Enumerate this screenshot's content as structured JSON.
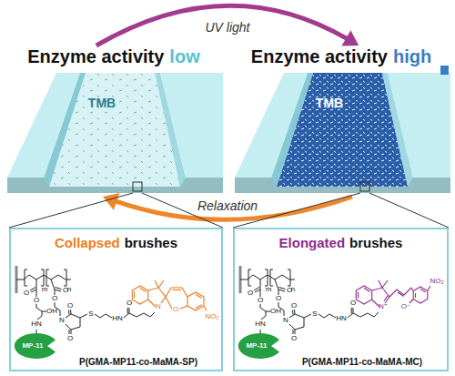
{
  "diagram": {
    "nodes": [
      {
        "text": [
          "Enzyme activity",
          "low",
          "TMB"
        ]
      },
      {
        "text": [
          "Enzyme activity",
          "high",
          "TMB"
        ]
      },
      {
        "text": [
          "Collapsed",
          "brushes",
          "m",
          "n",
          "O",
          "O",
          "OH",
          "HN",
          "MP-11",
          "O",
          "O",
          "N",
          "O",
          "O",
          "S",
          "HN",
          "O",
          "N",
          "O",
          "NO₂",
          "P(GMA-MP11-co-MaMA-SP)"
        ]
      },
      {
        "text": [
          "Elongated",
          "brushes",
          "m",
          "n",
          "O",
          "O",
          "OH",
          "HN",
          "MP-11",
          "O",
          "O",
          "N",
          "O",
          "O",
          "S",
          "HN",
          "O",
          "N⁺",
          "O⁻",
          "NO₂",
          "P(GMA-MP11-co-MaMA-MC)"
        ]
      }
    ],
    "edges": [
      {
        "from": 0,
        "to": 1,
        "label": "UV light",
        "arrow": "to"
      },
      {
        "from": 1,
        "to": 0,
        "label": "Relaxation",
        "arrow": "to"
      },
      {
        "from": 0,
        "to": 2,
        "arrow": "none"
      },
      {
        "from": 1,
        "to": 3,
        "arrow": "none"
      }
    ]
  }
}
